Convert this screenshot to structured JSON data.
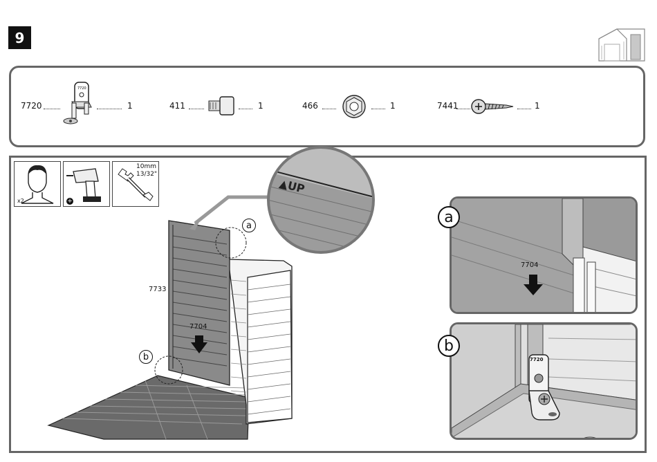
{
  "step": {
    "number": "9"
  },
  "parts": [
    {
      "code": "7720",
      "qty": "1",
      "icon": "bracket-icon",
      "stamp": "7720"
    },
    {
      "code": "411",
      "qty": "1",
      "icon": "square-bolt-icon"
    },
    {
      "code": "466",
      "qty": "1",
      "icon": "hex-nut-icon"
    },
    {
      "code": "7441",
      "qty": "1",
      "icon": "screw-icon"
    }
  ],
  "tools": {
    "people": {
      "label": "x2",
      "icon": "person-icon"
    },
    "drill": {
      "icon": "drill-icon",
      "badge": "+"
    },
    "wrench": {
      "icon": "wrench-icon",
      "size_mm": "10mm",
      "size_in": "13/32\""
    }
  },
  "diagram": {
    "panel_label": "7733",
    "direction_label": "7704",
    "callout_a": "a",
    "callout_b": "b"
  },
  "details": {
    "a": {
      "label": "a",
      "direction_label": "7704"
    },
    "b": {
      "label": "b",
      "bracket_stamp": "7720"
    }
  }
}
